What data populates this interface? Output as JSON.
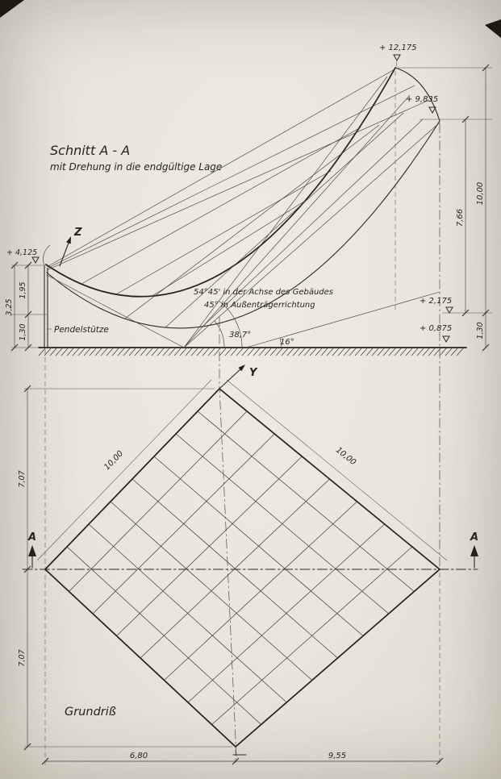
{
  "section": {
    "title": "Schnitt A - A",
    "subtitle": "mit Drehung in die endgültige Lage",
    "axis_z": "Z",
    "pendelstuetze_label": "Pendelstütze",
    "elevations": {
      "e12175": "+ 12,175",
      "e9835": "+ 9,835",
      "e4125": "+ 4,125",
      "e2175": "+ 2,175",
      "e0875": "+ 0,875"
    },
    "dims": {
      "d1000": "10,00",
      "d766": "7,66",
      "d325": "3,25",
      "d195": "1,95",
      "d130_left": "1,30",
      "d130_right": "1,30"
    },
    "angles": {
      "line1": "54°45' in der Achse des Gebäudes",
      "line2": "45° in Außenträgerrichtung",
      "a387": "38,7°",
      "a16": "16°"
    }
  },
  "plan": {
    "title": "Grundriß",
    "axis_y": "Y",
    "marker_left": "A",
    "marker_right": "A",
    "dims": {
      "edge_left": "10,00",
      "edge_right": "10,00",
      "half_top": "7,07",
      "half_bottom": "7,07",
      "bottom_left": "6,80",
      "bottom_right": "9,55"
    }
  }
}
